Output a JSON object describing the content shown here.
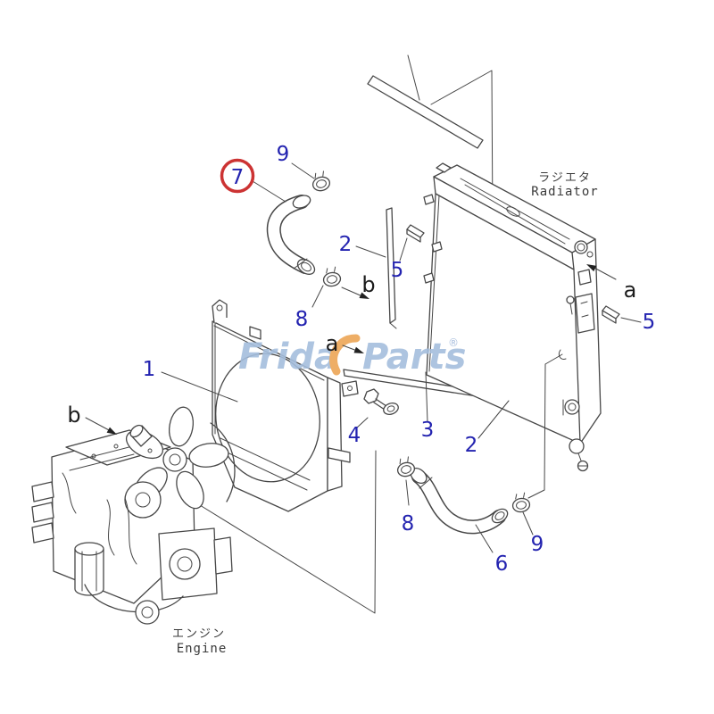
{
  "labels": {
    "radiator_jp": "ラジエタ",
    "radiator_en": "Radiator",
    "engine_jp": "エンジン",
    "engine_en": "Engine"
  },
  "watermark": {
    "left": "Frida",
    "right": "Parts",
    "reg": "®"
  },
  "callouts": {
    "n9_top": "9",
    "n7": "7",
    "n2_top": "2",
    "n5_left": "5",
    "n8_top": "8",
    "n1": "1",
    "n4": "4",
    "n3": "3",
    "n2_bottom": "2",
    "n5_right": "5",
    "n8_bottom": "8",
    "n6": "6",
    "n9_bottom": "9"
  },
  "view_labels": {
    "b_top": "b",
    "a_mid": "a",
    "a_right": "a",
    "b_left": "b"
  },
  "colors": {
    "callout_blue": "#2323b0",
    "highlight_red": "#cc3333",
    "line_gray": "#474747",
    "watermark_blue": "#a5bedd",
    "watermark_orange": "#eeae66"
  }
}
